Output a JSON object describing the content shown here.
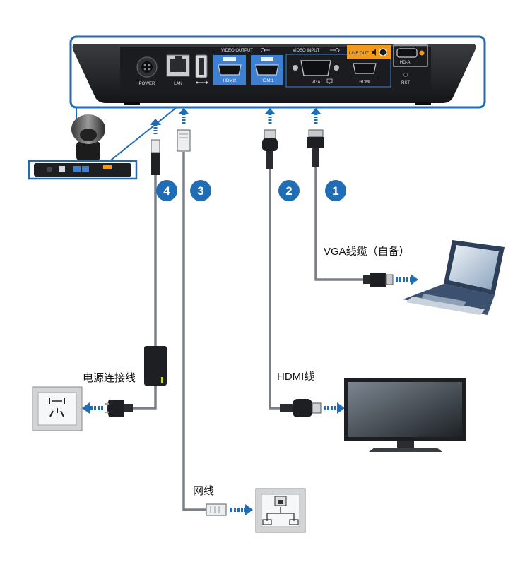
{
  "device_ports": {
    "power": "POWER",
    "lan": "LAN",
    "video_output": "VIDEO OUTPUT",
    "video_input": "VIDEO INPUT",
    "hdmi2": "HDMI2",
    "hdmi1": "HDMI1",
    "vga": "VGA",
    "hdmi_in": "HDMI",
    "line_out": "LINE OUT",
    "hd_ai": "HD-AI",
    "rst": "RST"
  },
  "steps": [
    "4",
    "3",
    "2",
    "1"
  ],
  "captions": {
    "vga_cable": "VGA线缆（自备）",
    "hdmi_cable": "HDMI线",
    "power_cable": "电源连接线",
    "network_cable": "网线"
  },
  "colors": {
    "accent_blue": "#1f6db5",
    "port_blue": "#3d7fd0",
    "line_out_orange": "#f29a1b",
    "device_black": "#1e1f22",
    "cable_gray": "#7c8086"
  }
}
